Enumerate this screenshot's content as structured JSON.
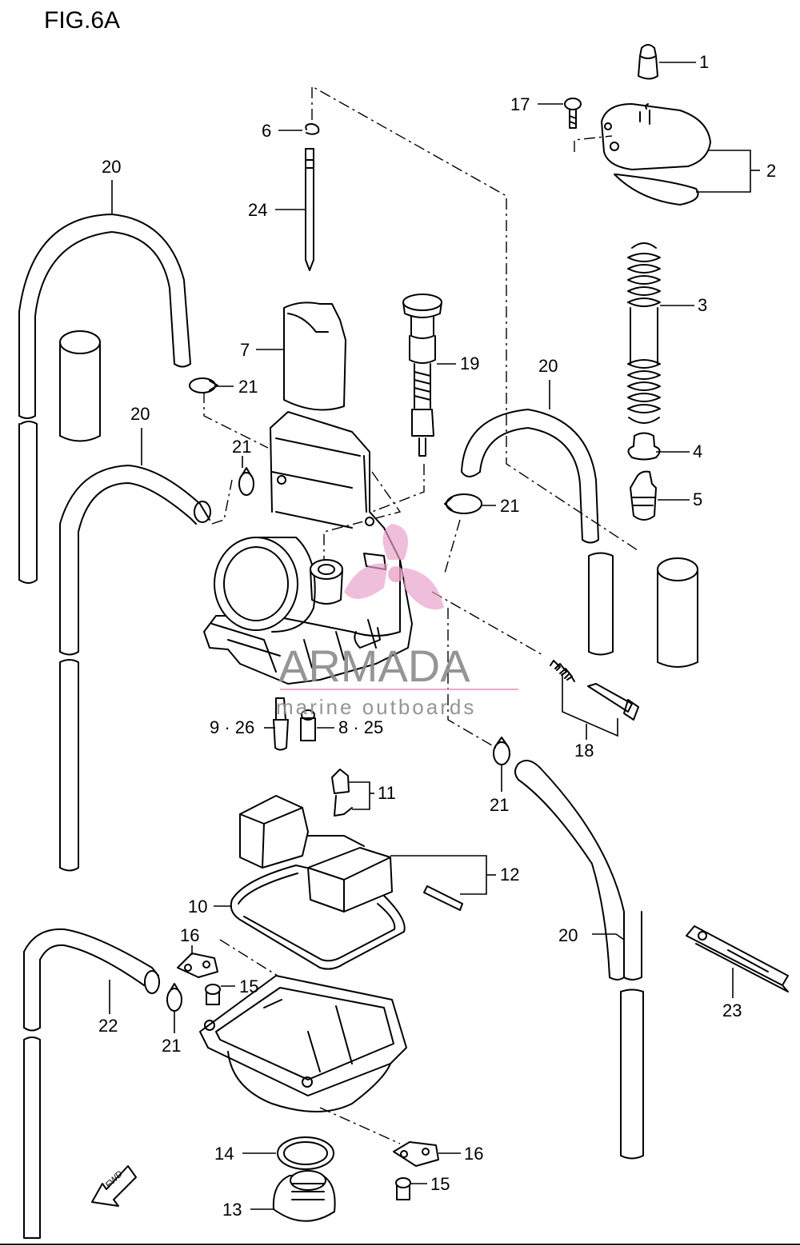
{
  "figure": {
    "title": "FIG.6A"
  },
  "watermark": {
    "brand": "ARMADA",
    "tagline": "marine outboards",
    "color": "#e8a0c8"
  },
  "direction_marker": {
    "label": "FWD",
    "icon": "forward-arrow-icon"
  },
  "callouts": [
    {
      "id": "c1",
      "label": "1"
    },
    {
      "id": "c2",
      "label": "2"
    },
    {
      "id": "c3",
      "label": "3"
    },
    {
      "id": "c4",
      "label": "4"
    },
    {
      "id": "c5",
      "label": "5"
    },
    {
      "id": "c6",
      "label": "6"
    },
    {
      "id": "c7",
      "label": "7"
    },
    {
      "id": "c8",
      "label": "8 · 25"
    },
    {
      "id": "c9",
      "label": "9 · 26"
    },
    {
      "id": "c10",
      "label": "10"
    },
    {
      "id": "c11",
      "label": "11"
    },
    {
      "id": "c12",
      "label": "12"
    },
    {
      "id": "c13",
      "label": "13"
    },
    {
      "id": "c14",
      "label": "14"
    },
    {
      "id": "c15a",
      "label": "15"
    },
    {
      "id": "c15b",
      "label": "15"
    },
    {
      "id": "c16a",
      "label": "16"
    },
    {
      "id": "c16b",
      "label": "16"
    },
    {
      "id": "c17",
      "label": "17"
    },
    {
      "id": "c18",
      "label": "18"
    },
    {
      "id": "c19",
      "label": "19"
    },
    {
      "id": "c20a",
      "label": "20"
    },
    {
      "id": "c20b",
      "label": "20"
    },
    {
      "id": "c20c",
      "label": "20"
    },
    {
      "id": "c20d",
      "label": "20"
    },
    {
      "id": "c21a",
      "label": "21"
    },
    {
      "id": "c21b",
      "label": "21"
    },
    {
      "id": "c21c",
      "label": "21"
    },
    {
      "id": "c21d",
      "label": "21"
    },
    {
      "id": "c21e",
      "label": "21"
    },
    {
      "id": "c22",
      "label": "22"
    },
    {
      "id": "c23",
      "label": "23"
    },
    {
      "id": "c24",
      "label": "24"
    }
  ]
}
